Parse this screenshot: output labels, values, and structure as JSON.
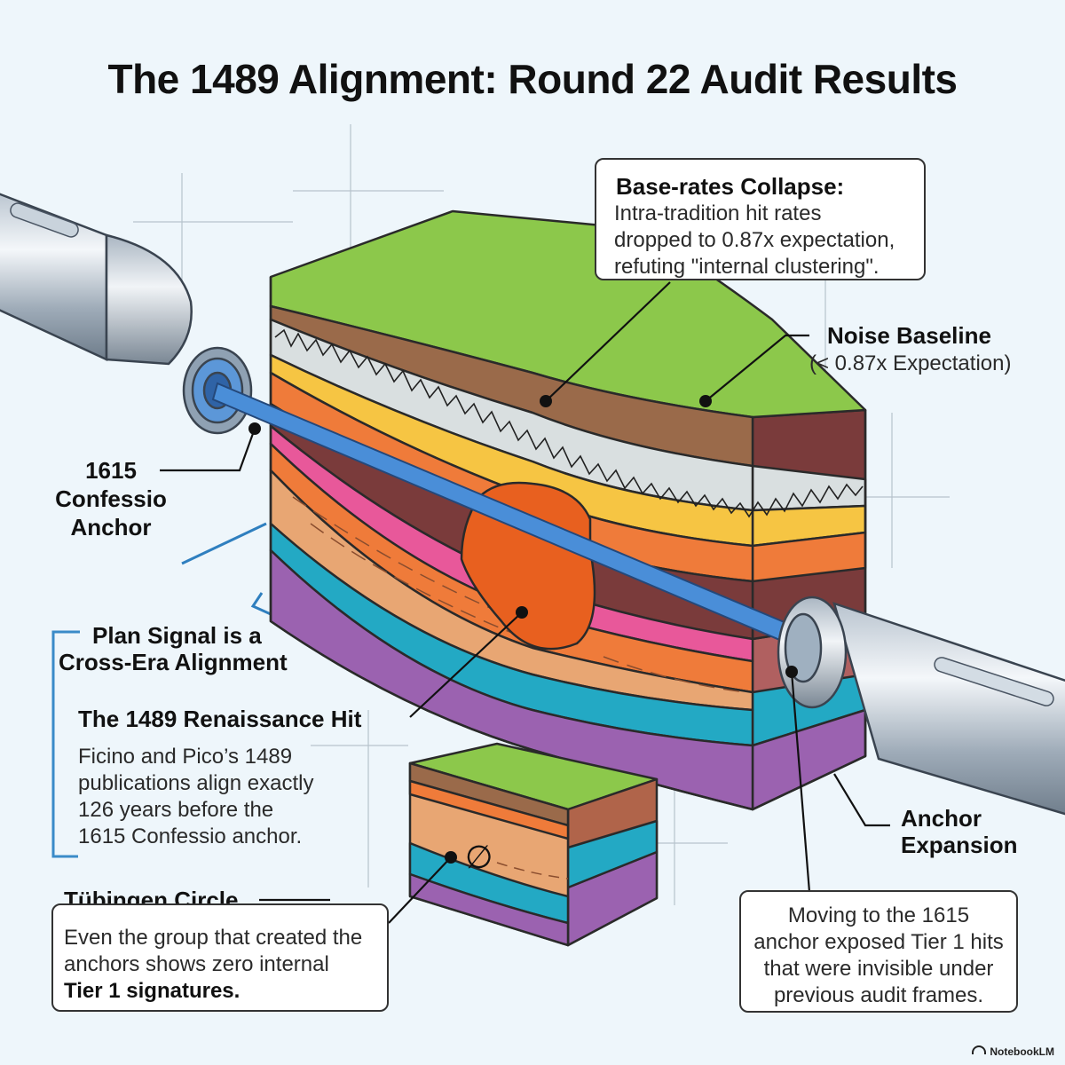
{
  "title": "The 1489 Alignment: Round 22 Audit Results",
  "labels": {
    "base_rates": {
      "heading": "Base-rates Collapse:",
      "line1": "Intra-tradition hit rates",
      "line2": "dropped to 0.87x expectation,",
      "line3": "refuting \"internal clustering\"."
    },
    "noise": {
      "heading": "Noise Baseline",
      "sub": "(< 0.87x Expectation)"
    },
    "anchor_1615": {
      "line1": "1615",
      "line2": "Confessio",
      "line3": "Anchor"
    },
    "plan_signal": {
      "line1": "Plan Signal is a",
      "line2": "Cross-Era Alignment"
    },
    "renaissance": {
      "heading": "The 1489 Renaissance Hit",
      "line1": "Ficino and Pico’s 1489",
      "line2": "publications align exactly",
      "line3": "126 years before the",
      "line4": "1615 Confessio anchor."
    },
    "tubingen": {
      "heading": "Tübingen Circle",
      "line1": "Even the group that created the",
      "line2": "anchors shows zero internal",
      "line3": "Tier 1 signatures."
    },
    "anchor_expansion": {
      "line1": "Anchor",
      "line2": "Expansion"
    },
    "moving": {
      "line1": "Moving to the 1615",
      "line2": "anchor exposed Tier 1 hits",
      "line3": "that were invisible under",
      "line4": "previous audit frames."
    },
    "null_symbol": "∅"
  },
  "brand": "NotebookLM",
  "icons": [
    "core-drill-left-icon",
    "core-drill-right-icon",
    "null-set-icon",
    "notebooklm-logo-icon"
  ],
  "colors": {
    "background": "#eef6fb",
    "green": "#8cc84b",
    "brown": "#9a6a4a",
    "noise_gray": "#d9dfe0",
    "yellow": "#f6c543",
    "orange": "#ef7b3a",
    "pink": "#e8589a",
    "tan": "#e8a673",
    "teal": "#23a9c4",
    "purple": "#9b62b0",
    "hit_orange": "#e8601f",
    "beam_blue": "#4a8ed8",
    "bracket_blue": "#2f7fbf"
  }
}
